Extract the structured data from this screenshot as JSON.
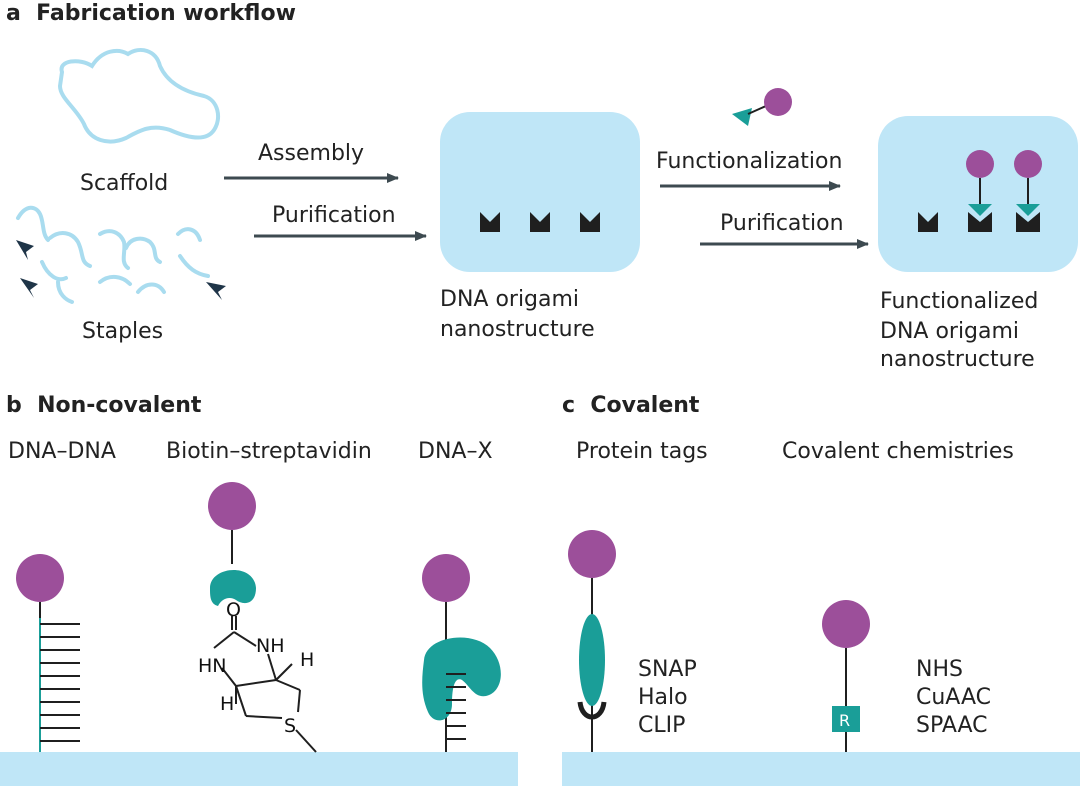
{
  "panel_a": {
    "header": "a  Fabrication workflow",
    "scaffold": "Scaffold",
    "staples": "Staples",
    "assembly": "Assembly",
    "purification_1": "Purification",
    "origami": [
      "DNA origami",
      "nanostructure"
    ],
    "functionalization": "Functionalization",
    "purification_2": "Purification",
    "functionalized": [
      "Functionalized",
      "DNA origami",
      "nanostructure"
    ]
  },
  "panel_b": {
    "header": "b  Non-covalent",
    "col1": "DNA–DNA",
    "col2": "Biotin–streptavidin",
    "col3": "DNA–X",
    "biotin_atoms": {
      "o": "O",
      "nh1": "NH",
      "nh2": "HN",
      "h1": "H",
      "h2": "H",
      "s": "S"
    }
  },
  "panel_c": {
    "header": "c  Covalent",
    "col1": "Protein tags",
    "col2": "Covalent chemistries",
    "tags": [
      "SNAP",
      "Halo",
      "CLIP"
    ],
    "chemistries": [
      "NHS",
      "CuAAC",
      "SPAAC"
    ],
    "r_label": "R"
  },
  "colors": {
    "purple": "#9c4f9a",
    "teal": "#1a9e98",
    "light_blue": "#bfe6f7",
    "strand": "#a9dcef",
    "dark": "#1f1f1f",
    "arrow": "#3d4a50"
  }
}
